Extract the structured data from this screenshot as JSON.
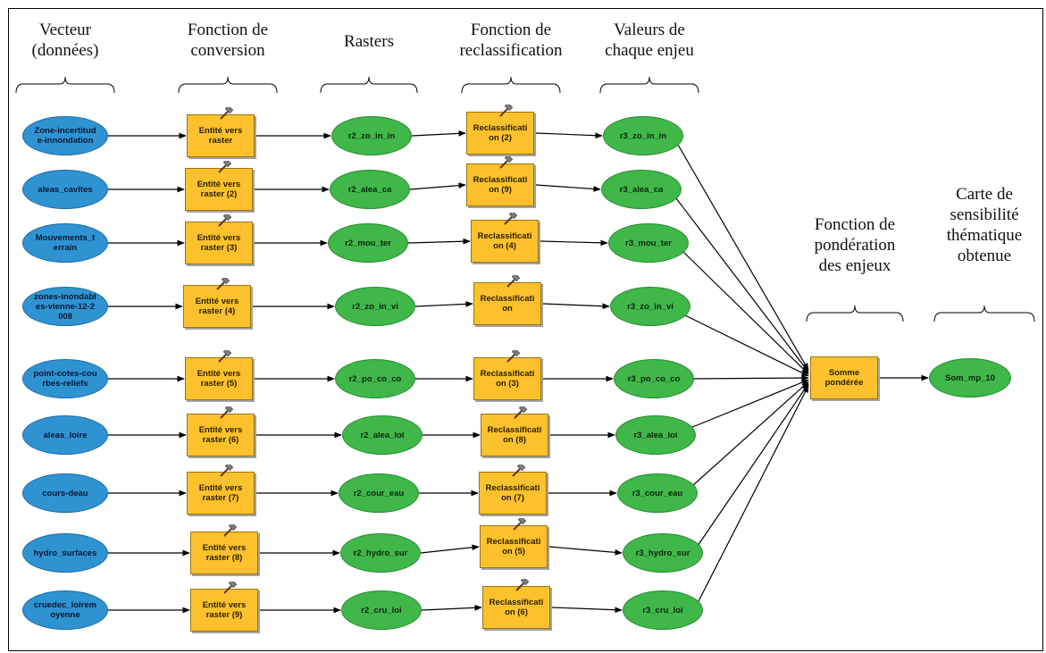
{
  "headers": [
    {
      "key": "vecteur",
      "text": "Vecteur\n(données)"
    },
    {
      "key": "conversion",
      "text": "Fonction de\nconversion"
    },
    {
      "key": "rasters",
      "text": "Rasters"
    },
    {
      "key": "reclass",
      "text": "Fonction de\nreclassification"
    },
    {
      "key": "valeurs",
      "text": "Valeurs de\nchaque enjeu"
    },
    {
      "key": "ponderation",
      "text": "Fonction de\npondération\ndes enjeux"
    },
    {
      "key": "carte",
      "text": "Carte de\nsensibilité\nthématique\nobtenue"
    }
  ],
  "rows": [
    {
      "vector": "Zone-incertitud\ne-innondation",
      "convert": "Entité vers\nraster",
      "raster": "r2_zo_in_in",
      "reclass": "Reclassificati\non (2)",
      "value": "r3_zo_in_in"
    },
    {
      "vector": "aleas_cavites",
      "convert": "Entité vers\nraster (2)",
      "raster": "r2_alea_ca",
      "reclass": "Reclassificati\non (9)",
      "value": "r3_alea_ca"
    },
    {
      "vector": "Mouvements_t\nerrain",
      "convert": "Entité vers\nraster (3)",
      "raster": "r2_mou_ter",
      "reclass": "Reclassificati\non (4)",
      "value": "r3_mou_ter"
    },
    {
      "vector": "zones-inondabl\nes-vienne-12-2\n008",
      "convert": "Entité vers\nraster (4)",
      "raster": "r2_zo_in_vi",
      "reclass": "Reclassificati\non",
      "value": "r3_zo_in_vi"
    },
    {
      "vector": "point-cotes-cou\nrbes-reliefs",
      "convert": "Entité vers\nraster (5)",
      "raster": "r2_po_co_co",
      "reclass": "Reclassificati\non (3)",
      "value": "r3_po_co_co"
    },
    {
      "vector": "aleas_loire",
      "convert": "Entité vers\nraster (6)",
      "raster": "r2_alea_loi",
      "reclass": "Reclassificati\non (8)",
      "value": "r3_alea_loi"
    },
    {
      "vector": "cours-deau",
      "convert": "Entité vers\nraster (7)",
      "raster": "r2_cour_eau",
      "reclass": "Reclassificati\non (7)",
      "value": "r3_cour_eau"
    },
    {
      "vector": "hydro_surfaces",
      "convert": "Entité vers\nraster (8)",
      "raster": "r2_hydro_sur",
      "reclass": "Reclassificati\non (5)",
      "value": "r3_hydro_sur"
    },
    {
      "vector": "cruedec_loirem\noyenne",
      "convert": "Entité vers\nraster (9)",
      "raster": "r2_cru_loi",
      "reclass": "Reclassificati\non (6)",
      "value": "r3_cru_loi"
    }
  ],
  "sum_tool": "Somme\npondérée",
  "output": "Som_mp_10",
  "colors": {
    "vector": "#2f93d2",
    "raster": "#3fb749",
    "tool": "#fcc12c",
    "edge": "#000000"
  }
}
